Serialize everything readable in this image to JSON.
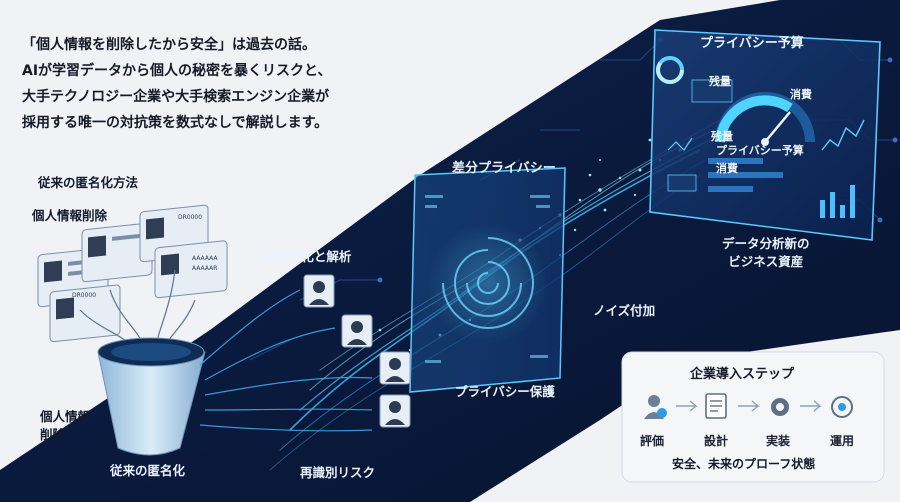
{
  "intro": {
    "line1": "「個人情報を削除したから安全」は過去の話。",
    "line2": "AIが学習データから個人の秘密を暴くリスクと、",
    "line3": "大手テクノロジー企業や大手検索エンジン企業が",
    "line4": "採用する唯一の対抗策を数式なしで解説します。"
  },
  "left": {
    "section_title": "従来の匿名化方法",
    "delete_label": "個人情報削除",
    "bucket_label_line1": "個人情報",
    "bucket_label_line2": "削除",
    "conventional_label": "従来の匿名化",
    "card_texts": [
      "DR0000",
      "AAAAAA",
      "DR0000",
      "AAAAAR"
    ]
  },
  "middle": {
    "ai_label": "AIの進化と解析",
    "reid_label": "再識別リスク",
    "dp_title": "差分プライバシー",
    "noise_label": "ノイズ付加",
    "protect_label": "プライバシー保護"
  },
  "right": {
    "budget_title": "プライバシー予算",
    "remain_label": "残量",
    "consume_label": "消費",
    "inner_remain": "残量",
    "inner_budget": "プライバシー予算",
    "inner_consume": "消費",
    "business_line1": "データ分析新の",
    "business_line2": "ビジネス資産"
  },
  "steps": {
    "title": "企業導入ステップ",
    "items": [
      "評価",
      "設計",
      "実装",
      "運用"
    ],
    "footer": "安全、未来のプローフ状態"
  },
  "colors": {
    "navy": "#0b1a3a",
    "cyan": "#35c8ff",
    "accent": "#1f8fd6"
  }
}
